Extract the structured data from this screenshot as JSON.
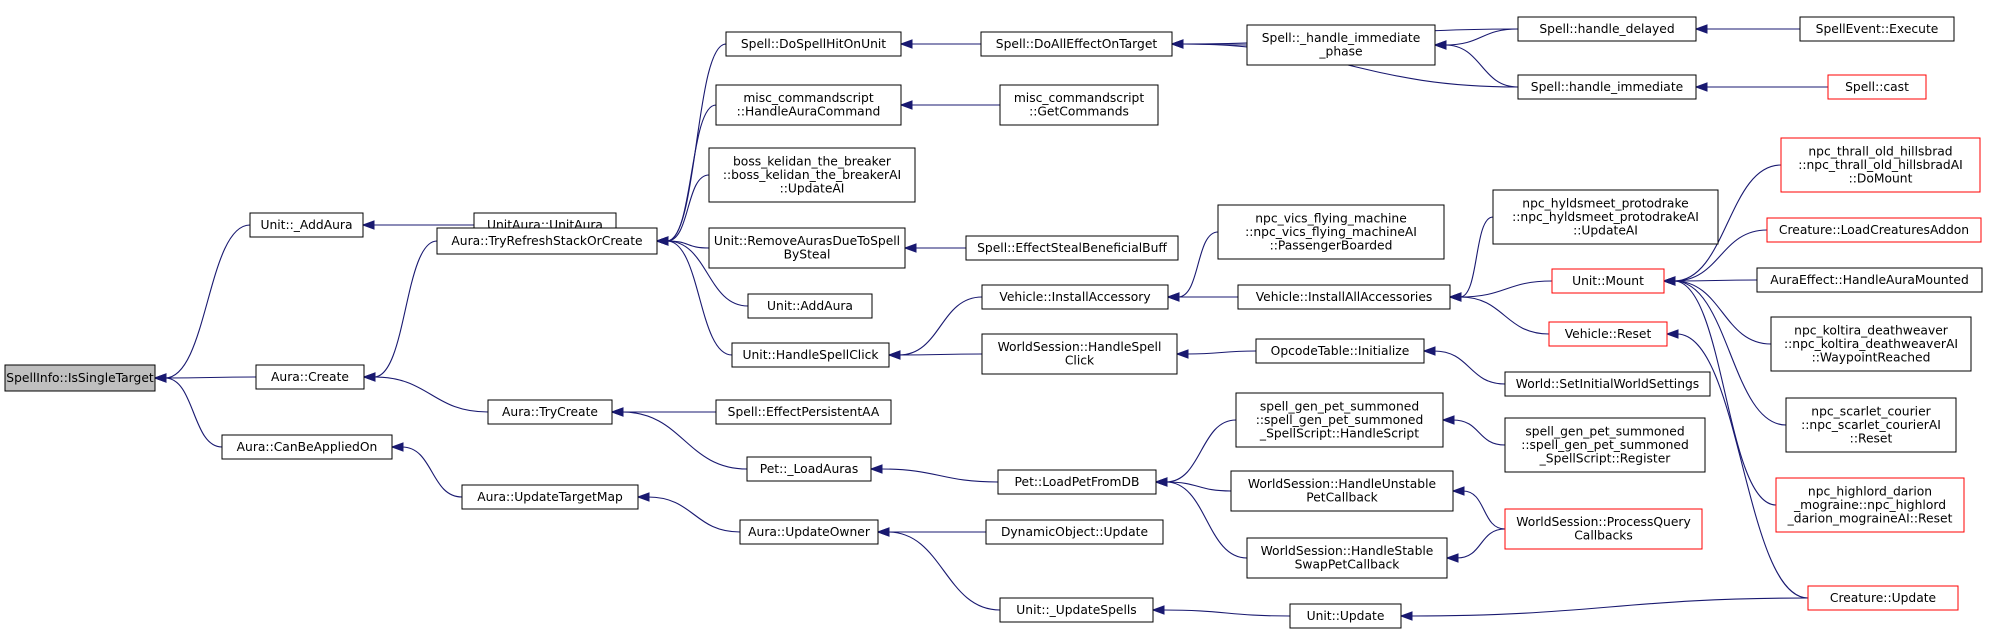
{
  "diagram": {
    "nodes": [
      {
        "id": "root",
        "lines": [
          "SpellInfo::IsSingleTarget"
        ],
        "color": "root"
      },
      {
        "id": "unit_addaura_",
        "lines": [
          "Unit::_AddAura"
        ],
        "color": "black"
      },
      {
        "id": "aura_create",
        "lines": [
          "Aura::Create"
        ],
        "color": "black"
      },
      {
        "id": "aura_canbeappliedon",
        "lines": [
          "Aura::CanBeAppliedOn"
        ],
        "color": "black"
      },
      {
        "id": "unitaura_unitaura",
        "lines": [
          "UnitAura::UnitAura"
        ],
        "color": "black"
      },
      {
        "id": "aura_tryrefresh",
        "lines": [
          "Aura::TryRefreshStackOrCreate"
        ],
        "color": "black"
      },
      {
        "id": "aura_trycreate",
        "lines": [
          "Aura::TryCreate"
        ],
        "color": "black"
      },
      {
        "id": "aura_updatetargetmap",
        "lines": [
          "Aura::UpdateTargetMap"
        ],
        "color": "black"
      },
      {
        "id": "spell_dospellhitonunit",
        "lines": [
          "Spell::DoSpellHitOnUnit"
        ],
        "color": "black"
      },
      {
        "id": "misc_handleaura",
        "lines": [
          "misc_commandscript",
          "::HandleAuraCommand"
        ],
        "color": "black"
      },
      {
        "id": "boss_kelidan",
        "lines": [
          "boss_kelidan_the_breaker",
          "::boss_kelidan_the_breakerAI",
          "::UpdateAI"
        ],
        "color": "black"
      },
      {
        "id": "unit_removeaurassteal",
        "lines": [
          "Unit::RemoveAurasDueToSpell",
          "BySteal"
        ],
        "color": "black"
      },
      {
        "id": "unit_addaura",
        "lines": [
          "Unit::AddAura"
        ],
        "color": "black"
      },
      {
        "id": "unit_handlespellclick",
        "lines": [
          "Unit::HandleSpellClick"
        ],
        "color": "black"
      },
      {
        "id": "spell_effectpersistentaa",
        "lines": [
          "Spell::EffectPersistentAA"
        ],
        "color": "black"
      },
      {
        "id": "pet_loadauras",
        "lines": [
          "Pet::_LoadAuras"
        ],
        "color": "black"
      },
      {
        "id": "aura_updateowner",
        "lines": [
          "Aura::UpdateOwner"
        ],
        "color": "black"
      },
      {
        "id": "unit_updatespells",
        "lines": [
          "Unit::_UpdateSpells"
        ],
        "color": "black"
      },
      {
        "id": "spell_doalleffect",
        "lines": [
          "Spell::DoAllEffectOnTarget"
        ],
        "color": "black"
      },
      {
        "id": "misc_getcommands",
        "lines": [
          "misc_commandscript",
          "::GetCommands"
        ],
        "color": "black"
      },
      {
        "id": "spell_effectsteal",
        "lines": [
          "Spell::EffectStealBeneficialBuff"
        ],
        "color": "black"
      },
      {
        "id": "vehicle_installaccessory",
        "lines": [
          "Vehicle::InstallAccessory"
        ],
        "color": "black"
      },
      {
        "id": "ws_handlespellclick",
        "lines": [
          "WorldSession::HandleSpell",
          "Click"
        ],
        "color": "black"
      },
      {
        "id": "pet_loadpetfromdb",
        "lines": [
          "Pet::LoadPetFromDB"
        ],
        "color": "black"
      },
      {
        "id": "dynamicobject_update",
        "lines": [
          "DynamicObject::Update"
        ],
        "color": "black"
      },
      {
        "id": "spell_handleimmphase",
        "lines": [
          "Spell::_handle_immediate",
          "_phase"
        ],
        "color": "black"
      },
      {
        "id": "npc_vics",
        "lines": [
          "npc_vics_flying_machine",
          "::npc_vics_flying_machineAI",
          "::PassengerBoarded"
        ],
        "color": "black"
      },
      {
        "id": "vehicle_installall",
        "lines": [
          "Vehicle::InstallAllAccessories"
        ],
        "color": "black"
      },
      {
        "id": "opcodetable_init",
        "lines": [
          "OpcodeTable::Initialize"
        ],
        "color": "black"
      },
      {
        "id": "spell_gen_handlescript",
        "lines": [
          "spell_gen_pet_summoned",
          "::spell_gen_pet_summoned",
          "_SpellScript::HandleScript"
        ],
        "color": "black"
      },
      {
        "id": "ws_handleunstable",
        "lines": [
          "WorldSession::HandleUnstable",
          "PetCallback"
        ],
        "color": "black"
      },
      {
        "id": "ws_handlestable",
        "lines": [
          "WorldSession::HandleStable",
          "SwapPetCallback"
        ],
        "color": "black"
      },
      {
        "id": "unit_update",
        "lines": [
          "Unit::Update"
        ],
        "color": "black"
      },
      {
        "id": "spell_handledelayed",
        "lines": [
          "Spell::handle_delayed"
        ],
        "color": "black"
      },
      {
        "id": "spell_handleimmediate",
        "lines": [
          "Spell::handle_immediate"
        ],
        "color": "black"
      },
      {
        "id": "npc_hyldsmeet",
        "lines": [
          "npc_hyldsmeet_protodrake",
          "::npc_hyldsmeet_protodrakeAI",
          "::UpdateAI"
        ],
        "color": "black"
      },
      {
        "id": "unit_mount",
        "lines": [
          "Unit::Mount"
        ],
        "color": "red"
      },
      {
        "id": "vehicle_reset",
        "lines": [
          "Vehicle::Reset"
        ],
        "color": "red"
      },
      {
        "id": "world_setinitial",
        "lines": [
          "World::SetInitialWorldSettings"
        ],
        "color": "black"
      },
      {
        "id": "spell_gen_register",
        "lines": [
          "spell_gen_pet_summoned",
          "::spell_gen_pet_summoned",
          "_SpellScript::Register"
        ],
        "color": "black"
      },
      {
        "id": "ws_processquery",
        "lines": [
          "WorldSession::ProcessQuery",
          "Callbacks"
        ],
        "color": "red"
      },
      {
        "id": "spellevent_execute",
        "lines": [
          "SpellEvent::Execute"
        ],
        "color": "black"
      },
      {
        "id": "spell_cast",
        "lines": [
          "Spell::cast"
        ],
        "color": "red"
      },
      {
        "id": "npc_thrall",
        "lines": [
          "npc_thrall_old_hillsbrad",
          "::npc_thrall_old_hillsbradAI",
          "::DoMount"
        ],
        "color": "red"
      },
      {
        "id": "creature_loadaddon",
        "lines": [
          "Creature::LoadCreaturesAddon"
        ],
        "color": "red"
      },
      {
        "id": "auraeffect_mounted",
        "lines": [
          "AuraEffect::HandleAuraMounted"
        ],
        "color": "black"
      },
      {
        "id": "npc_koltira",
        "lines": [
          "npc_koltira_deathweaver",
          "::npc_koltira_deathweaverAI",
          "::WaypointReached"
        ],
        "color": "black"
      },
      {
        "id": "npc_scarlet",
        "lines": [
          "npc_scarlet_courier",
          "::npc_scarlet_courierAI",
          "::Reset"
        ],
        "color": "black"
      },
      {
        "id": "npc_highlord",
        "lines": [
          "npc_highlord_darion",
          "_mograine::npc_highlord",
          "_darion_mograineAI::Reset"
        ],
        "color": "red"
      },
      {
        "id": "creature_update",
        "lines": [
          "Creature::Update"
        ],
        "color": "red"
      }
    ],
    "edges": [
      [
        "unit_addaura_",
        "root"
      ],
      [
        "aura_create",
        "root"
      ],
      [
        "aura_canbeappliedon",
        "root"
      ],
      [
        "unitaura_unitaura",
        "unit_addaura_"
      ],
      [
        "aura_tryrefresh",
        "aura_create"
      ],
      [
        "aura_trycreate",
        "aura_create"
      ],
      [
        "aura_updatetargetmap",
        "aura_canbeappliedon"
      ],
      [
        "spell_dospellhitonunit",
        "aura_tryrefresh"
      ],
      [
        "misc_handleaura",
        "aura_tryrefresh"
      ],
      [
        "boss_kelidan",
        "aura_tryrefresh"
      ],
      [
        "unit_removeaurassteal",
        "aura_tryrefresh"
      ],
      [
        "unit_addaura",
        "aura_tryrefresh"
      ],
      [
        "unit_handlespellclick",
        "aura_tryrefresh"
      ],
      [
        "spell_effectpersistentaa",
        "aura_trycreate"
      ],
      [
        "pet_loadauras",
        "aura_trycreate"
      ],
      [
        "aura_updateowner",
        "aura_updatetargetmap"
      ],
      [
        "spell_doalleffect",
        "spell_dospellhitonunit"
      ],
      [
        "misc_getcommands",
        "misc_handleaura"
      ],
      [
        "spell_effectsteal",
        "unit_removeaurassteal"
      ],
      [
        "vehicle_installaccessory",
        "unit_handlespellclick"
      ],
      [
        "ws_handlespellclick",
        "unit_handlespellclick"
      ],
      [
        "pet_loadpetfromdb",
        "pet_loadauras"
      ],
      [
        "dynamicobject_update",
        "aura_updateowner"
      ],
      [
        "unit_updatespells",
        "aura_updateowner"
      ],
      [
        "spell_handleimmphase",
        "spell_doalleffect"
      ],
      [
        "spell_handledelayed",
        "spell_doalleffect"
      ],
      [
        "spell_handleimmediate",
        "spell_doalleffect"
      ],
      [
        "npc_vics",
        "vehicle_installaccessory"
      ],
      [
        "vehicle_installall",
        "vehicle_installaccessory"
      ],
      [
        "opcodetable_init",
        "ws_handlespellclick"
      ],
      [
        "spell_gen_handlescript",
        "pet_loadpetfromdb"
      ],
      [
        "ws_handleunstable",
        "pet_loadpetfromdb"
      ],
      [
        "ws_handlestable",
        "pet_loadpetfromdb"
      ],
      [
        "unit_update",
        "unit_updatespells"
      ],
      [
        "spell_handledelayed",
        "spell_handleimmphase"
      ],
      [
        "spell_handleimmediate",
        "spell_handleimmphase"
      ],
      [
        "npc_hyldsmeet",
        "vehicle_installall"
      ],
      [
        "unit_mount",
        "vehicle_installall"
      ],
      [
        "vehicle_reset",
        "vehicle_installall"
      ],
      [
        "world_setinitial",
        "opcodetable_init"
      ],
      [
        "spell_gen_register",
        "spell_gen_handlescript"
      ],
      [
        "ws_processquery",
        "ws_handleunstable"
      ],
      [
        "ws_processquery",
        "ws_handlestable"
      ],
      [
        "creature_update",
        "unit_update"
      ],
      [
        "spellevent_execute",
        "spell_handledelayed"
      ],
      [
        "spell_cast",
        "spell_handleimmediate"
      ],
      [
        "npc_thrall",
        "unit_mount"
      ],
      [
        "creature_loadaddon",
        "unit_mount"
      ],
      [
        "auraeffect_mounted",
        "unit_mount"
      ],
      [
        "npc_koltira",
        "unit_mount"
      ],
      [
        "npc_scarlet",
        "unit_mount"
      ],
      [
        "npc_highlord",
        "unit_mount"
      ],
      [
        "creature_update",
        "vehicle_reset"
      ]
    ]
  }
}
